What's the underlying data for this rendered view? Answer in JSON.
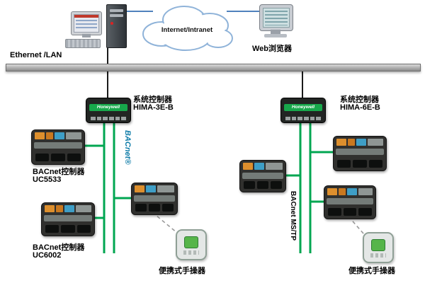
{
  "diagram": {
    "labels": {
      "ethernet_lan": "Ethernet /LAN",
      "cloud": "Internet/Intranet",
      "web_browser": "Web浏览器",
      "handheld_left": "便携式手操器",
      "handheld_right": "便携式手操器"
    },
    "controllers": {
      "left": {
        "type": "系统控制器",
        "model": "HIMA-3E-B",
        "brand": "Honeywell"
      },
      "right": {
        "type": "系统控制器",
        "model": "HIMA-6E-B",
        "brand": "Honeywell"
      }
    },
    "buses": {
      "bacnet_logo": "BACnet®",
      "bacnet_mstp": "BACnet MS/TP"
    },
    "field_controllers": {
      "left_top": {
        "type": "BACnet控制器",
        "model": "UC5533"
      },
      "left_bottom": {
        "type": "BACnet控制器",
        "model": "UC6002"
      }
    },
    "colors": {
      "bus_green": "#00a651",
      "link_blue": "#4f81bd",
      "lan_gray_light": "#d9d9d9",
      "lan_gray_dark": "#8c8c8c",
      "bacnet_blue": "#0f7ca8",
      "honeywell_green": "#17a84b",
      "handheld_screen_green": "#56b54a"
    }
  }
}
